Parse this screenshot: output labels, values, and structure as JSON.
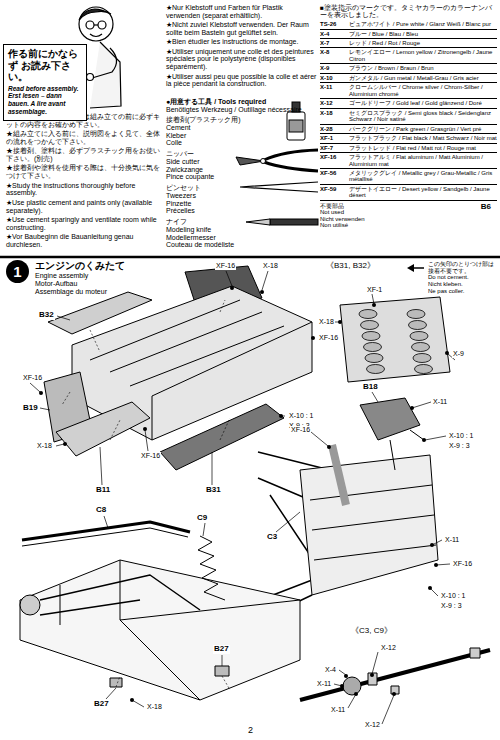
{
  "diagram": {
    "nodes": [
      {
        "text": [
          "作る前にかならず お読み下さい。",
          "Read before assembly. Erst lesen – dann bauen. A lire avant assemblage."
        ]
      },
      {
        "text": [
          "1"
        ]
      }
    ],
    "labels": [
      "★お買い求めの際、または組み立ての前に必ずキットの内容をお確かめ下さい。",
      "★組み立てに入る前に、説明図をよく見て、全体の流れをつかんで下さい。",
      "★接着剤、塗料は、必ずプラスチック用をお使い下さい。(別売)",
      "★接着剤や塗料を使用する際は、十分換気に気をつけて下さい。",
      "★Study the instructions thoroughly before assembly.",
      "★Use plastic cement and paints only (available separately).",
      "★Use cement sparingly and ventilate room while constructing.",
      "★Vor Baubeginn die Bauanleitung genau durchlesen.",
      "★Nur Klebstoff und Farben für Plastik verwenden (separat erhältlich).",
      "★Nicht zuviel Klebstoff verwenden. Der Raum sollte beim Basteln gut gelüftet sein.",
      "★Bien étudier les instructions de montage.",
      "★Utiliser uniquement une colle et des peintures spéciales pour le polystyrène (disponibles séparément).",
      "★Utiliser aussi peu que possible la colle et aérer la pièce pendant la construction.",
      "●用意する工具 / Tools required",
      "Benötigtes Werkzeug / Outillage nécessaire",
      "接着剤(プラスチック用)",
      "Cement",
      "Kleber",
      "Colle",
      "ニッパー",
      "Side cutter",
      "Zwickzange",
      "Pince coupante",
      "ピンセット",
      "Tweezers",
      "Pinzette",
      "Précelles",
      "ナイフ",
      "Modeling knife",
      "Modellermesser",
      "Couteau de modéliste",
      "■塗装指示のマークです。タミヤカラーのカラーナンバーを表示しました。",
      "TS-26",
      "ピュアホワイト / Pure white / Glanz Weiß / Blanc pur",
      "X-4",
      "ブルー / Blue / Blau / Bleu",
      "X-7",
      "レッド / Red / Rot / Rouge",
      "X-8",
      "レモンイエロー / Lemon yellow / Zitronengelb / Jaune Citron",
      "X-9",
      "ブラウン / Brown / Braun / Brun",
      "X-10",
      "ガンメタル / Gun metal / Metall-Grau / Gris acier",
      "X-11",
      "クロームシルバー / Chrome silver / Chrom-Silber / Aluminium chromé",
      "X-12",
      "ゴールドリーフ / Gold leaf / Gold glänzend / Doré",
      "X-18",
      "セミグロスブラック / Semi gloss black / Seidenglanz Schwarz / Noir satiné",
      "X-28",
      "パークグリーン / Park green / Grasgrün / Vert pré",
      "XF-1",
      "フラットブラック / Flat black / Matt Schwarz / Noir mat",
      "XF-7",
      "フラットレッド / Flat red / Matt rot / Rouge mat",
      "XF-16",
      "フラットアルミ / Flat aluminum / Matt Aluminium / Aluminium mat",
      "XF-56",
      "メタリックグレイ / Metallic grey / Grau-Metallic / Gris métallisé",
      "XF-59",
      "デザートイエロー / Desert yellow / Sandgelb / Jaune désert",
      "不要部品",
      "Not used",
      "Nicht verwenden",
      "Non utilisé",
      "B6",
      "エンジンのくみたて",
      "Engine assembly",
      "Motor-Aufbau",
      "Assemblage du moteur",
      "この矢印のとりつけ部は接着不要です。",
      "Do not cement.",
      "Nicht kleben.",
      "Ne pas coller.",
      "XF-16",
      "X-18",
      "B32",
      "XF-16",
      "XF-16",
      "B19",
      "X-10 : 1",
      "X-9 : 3",
      "X-18",
      "XF-16",
      "B11",
      "B31",
      "《B31, B32》",
      "XF-1",
      "X-18",
      "X-9",
      "B18",
      "X-11",
      "XF-16",
      "X-10 : 1",
      "X-9 : 3",
      "C3",
      "X-11",
      "XF-16",
      "X-10 : 1",
      "X-9 : 3",
      "C8",
      "C9",
      "B27",
      "B27",
      "X-18",
      "《C3, C9》",
      "X-12",
      "X-4",
      "X-11",
      "X-11",
      "X-12",
      "2"
    ]
  }
}
